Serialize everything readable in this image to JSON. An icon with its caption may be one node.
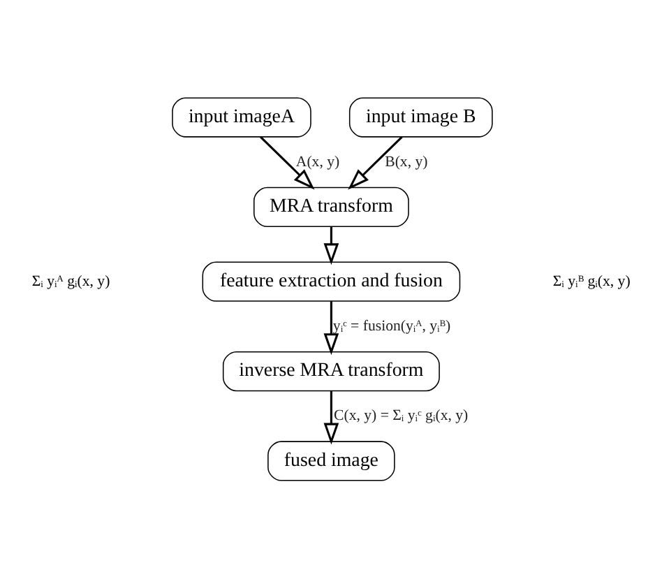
{
  "diagram": {
    "nodes": [
      {
        "text": [
          "input imageA"
        ]
      },
      {
        "text": [
          "input image B"
        ]
      },
      {
        "text": [
          "MRA transform"
        ]
      },
      {
        "text": [
          "feature extraction and fusion"
        ]
      },
      {
        "text": [
          "inverse MRA transform"
        ]
      },
      {
        "text": [
          "fused image"
        ]
      }
    ],
    "edges": [
      {
        "from": 0,
        "to": 2,
        "arrow": "to",
        "label": "A(x, y)"
      },
      {
        "from": 1,
        "to": 2,
        "arrow": "to",
        "label": "B(x, y)"
      },
      {
        "from": 2,
        "to": 3,
        "arrow": "to"
      },
      {
        "from": 3,
        "to": 4,
        "arrow": "to",
        "label": "yᵢᶜ = fusion(yᵢᴬ, yᵢᴮ)"
      },
      {
        "from": 4,
        "to": 5,
        "arrow": "to",
        "label": "C(x, y) = Σᵢ yᵢᶜ gᵢ(x, y)"
      }
    ],
    "labels": [
      "Σᵢ yᵢᴬ gᵢ(x, y)",
      "Σᵢ yᵢᴮ gᵢ(x, y)"
    ]
  }
}
